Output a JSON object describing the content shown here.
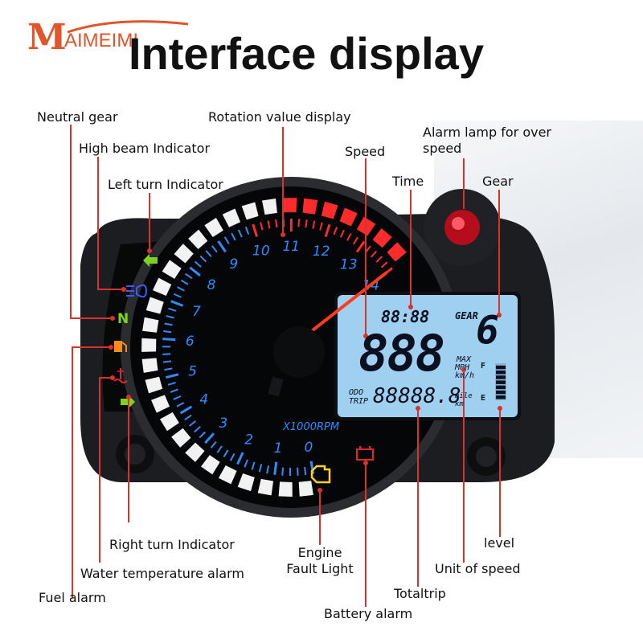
{
  "brand": {
    "logo_initial": "M",
    "logo_rest": "AIMEIMI"
  },
  "headline": "Interface display",
  "labels": {
    "neutral_gear": "Neutral gear",
    "rotation_value": "Rotation value display",
    "alarm_lamp": "Alarm lamp for over speed",
    "speed": "Speed",
    "high_beam": "High beam Indicator",
    "time": "Time",
    "gear": "Gear",
    "left_turn": "Left turn Indicator",
    "right_turn": "Right turn Indicator",
    "engine_fault": "Engine Fault Light",
    "level": "level",
    "water_temp": "Water temperature alarm",
    "unit_of_speed": "Unit of speed",
    "fuel_alarm": "Fuel alarm",
    "totaltrip": "Totaltrip",
    "battery_alarm": "Battery alarm"
  },
  "gauge": {
    "rpm_numbers": [
      "0",
      "1",
      "2",
      "3",
      "4",
      "5",
      "6",
      "7",
      "8",
      "9",
      "10",
      "11",
      "12",
      "13",
      "14"
    ],
    "rpm_unit": "X1000RPM",
    "needle_value": 14
  },
  "lcd": {
    "time": "88:88",
    "gear_label": "GEAR",
    "gear_value": "6",
    "speed": "888",
    "unit_max": "MAX",
    "unit_mph": "MPH",
    "unit_kmh": "km/h",
    "odo": "ODO",
    "trip": "TRIP",
    "odometer": "88888.8",
    "unit_mile": "mile",
    "unit_km": "km",
    "fuel_f": "F",
    "fuel_e": "E",
    "fuel_level": 1.0
  },
  "colors": {
    "brand": "#e0562b",
    "leader": "#d8322c",
    "lcd_bg": "#9fd0f0",
    "rpm_blue": "#2f8bff",
    "rpm_red": "#ff2b2b",
    "neutral_green": "#7ed321",
    "fuel_orange": "#ff8a1a",
    "engine_yellow": "#ffd21a"
  },
  "icons": [
    "left-turn-arrow-icon",
    "high-beam-icon",
    "neutral-n-icon",
    "fuel-pump-icon",
    "water-temp-icon",
    "right-turn-arrow-icon",
    "engine-icon",
    "battery-icon",
    "over-speed-lamp-icon"
  ]
}
